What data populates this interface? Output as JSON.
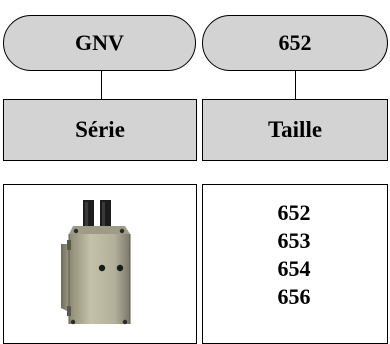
{
  "series_code": "GNV",
  "size_code": "652",
  "series_label": "Série",
  "size_label": "Taille",
  "sizes": [
    "652",
    "653",
    "654",
    "656"
  ],
  "product_image": "parallel-gripper-photo",
  "colors": {
    "box_fill": "#d3d3d3",
    "border": "#000000",
    "background": "#ffffff"
  }
}
